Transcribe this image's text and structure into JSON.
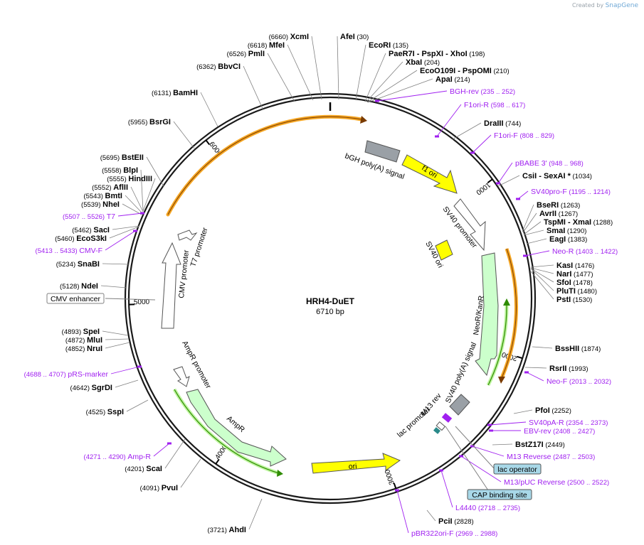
{
  "credit": {
    "prefix": "Created by",
    "brand": "SnapGene"
  },
  "plasmid": {
    "name": "HRH4-DuET",
    "size_label": "6710 bp",
    "total_bp": 6710
  },
  "colors": {
    "primer": "#a020f0",
    "line": "#808080",
    "orange": "#f5a623",
    "green": "#2e8b00",
    "yellow": "#ffff00",
    "mint": "#ccffcc",
    "grey": "#9aa0a6",
    "white": "#ffffff",
    "box_blue": "#a8d8e8",
    "teal": "#2a8a8a"
  },
  "ticks": [
    "1000",
    "2000",
    "3000",
    "4000",
    "5000",
    "6000"
  ],
  "enzymes": [
    {
      "name": "XcmI",
      "pos": "(6660)"
    },
    {
      "name": "MfeI",
      "pos": "(6618)"
    },
    {
      "name": "PmlI",
      "pos": "(6526)"
    },
    {
      "name": "BbvCI",
      "pos": "(6362)"
    },
    {
      "name": "BamHI",
      "pos": "(6131)"
    },
    {
      "name": "BsrGI",
      "pos": "(5955)"
    },
    {
      "name": "BstEII",
      "pos": "(5695)"
    },
    {
      "name": "BlpI",
      "pos": "(5558)"
    },
    {
      "name": "HindIII",
      "pos": "(5555)"
    },
    {
      "name": "AflII",
      "pos": "(5552)"
    },
    {
      "name": "BmtI",
      "pos": "(5543)"
    },
    {
      "name": "NheI",
      "pos": "(5539)"
    },
    {
      "name": "SacI",
      "pos": "(5462)"
    },
    {
      "name": "EcoS3kI",
      "pos": "(5460)"
    },
    {
      "name": "SnaBI",
      "pos": "(5234)"
    },
    {
      "name": "NdeI",
      "pos": "(5128)"
    },
    {
      "name": "SpeI",
      "pos": "(4893)"
    },
    {
      "name": "MluI",
      "pos": "(4872)"
    },
    {
      "name": "NruI",
      "pos": "(4852)"
    },
    {
      "name": "SgrDI",
      "pos": "(4642)"
    },
    {
      "name": "SspI",
      "pos": "(4525)"
    },
    {
      "name": "ScaI",
      "pos": "(4201)"
    },
    {
      "name": "PvuI",
      "pos": "(4091)"
    },
    {
      "name": "AhdI",
      "pos": "(3721)"
    },
    {
      "name": "AfeI",
      "pos": "(30)"
    },
    {
      "name": "EcoRI",
      "pos": "(135)"
    },
    {
      "name": "PaeR7I  - PspXI  - XhoI",
      "pos": "(198)"
    },
    {
      "name": "XbaI",
      "pos": "(204)"
    },
    {
      "name": "EcoO109I  - PspOMI",
      "pos": "(210)"
    },
    {
      "name": "ApaI",
      "pos": "(214)"
    },
    {
      "name": "DraIII",
      "pos": "(744)"
    },
    {
      "name": "CsiI  - SexAI *",
      "pos": "(1034)"
    },
    {
      "name": "BseRI",
      "pos": "(1263)"
    },
    {
      "name": "AvrII",
      "pos": "(1267)"
    },
    {
      "name": "TspMI  - XmaI",
      "pos": "(1288)"
    },
    {
      "name": "SmaI",
      "pos": "(1290)"
    },
    {
      "name": "EagI",
      "pos": "(1383)"
    },
    {
      "name": "KasI",
      "pos": "(1476)"
    },
    {
      "name": "NarI",
      "pos": "(1477)"
    },
    {
      "name": "SfoI",
      "pos": "(1478)"
    },
    {
      "name": "PluTI",
      "pos": "(1480)"
    },
    {
      "name": "PstI",
      "pos": "(1530)"
    },
    {
      "name": "BssHII",
      "pos": "(1874)"
    },
    {
      "name": "RsrII",
      "pos": "(1993)"
    },
    {
      "name": "PfoI",
      "pos": "(2252)"
    },
    {
      "name": "BstZ17I",
      "pos": "(2449)"
    },
    {
      "name": "PciI",
      "pos": "(2828)"
    }
  ],
  "primers": [
    {
      "name": "BGH-rev",
      "range": "(235 .. 252)"
    },
    {
      "name": "F1ori-R",
      "range": "(598 .. 617)"
    },
    {
      "name": "F1ori-F",
      "range": "(808 .. 829)"
    },
    {
      "name": "pBABE 3'",
      "range": "(948 .. 968)"
    },
    {
      "name": "SV40pro-F",
      "range": "(1195 .. 1214)"
    },
    {
      "name": "Neo-R",
      "range": "(1403 .. 1422)"
    },
    {
      "name": "Neo-F",
      "range": "(2013 .. 2032)"
    },
    {
      "name": "SV40pA-R",
      "range": "(2354 .. 2373)"
    },
    {
      "name": "EBV-rev",
      "range": "(2408 .. 2427)"
    },
    {
      "name": "M13 Reverse",
      "range": "(2487 .. 2503)"
    },
    {
      "name": "M13/pUC Reverse",
      "range": "(2500 .. 2522)"
    },
    {
      "name": "L4440",
      "range": "(2718 .. 2735)"
    },
    {
      "name": "pBR322ori-F",
      "range": "(2969 .. 2988)"
    },
    {
      "name": "T7",
      "range": "(5507 .. 5526)"
    },
    {
      "name": "CMV-F",
      "range": "(5413 .. 5433)"
    },
    {
      "name": "pRS-marker",
      "range": "(4688 .. 4707)"
    },
    {
      "name": "Amp-R",
      "range": "(4271 .. 4290)"
    }
  ],
  "features": [
    {
      "name": "bGH poly(A) signal"
    },
    {
      "name": "f1 ori"
    },
    {
      "name": "SV40 promoter"
    },
    {
      "name": "SV40 ori"
    },
    {
      "name": "NeoR/KanR"
    },
    {
      "name": "SV40 poly(A) signal"
    },
    {
      "name": "M13 rev"
    },
    {
      "name": "lac promoter"
    },
    {
      "name": "ori"
    },
    {
      "name": "AmpR"
    },
    {
      "name": "AmpR promoter"
    },
    {
      "name": "CMV promoter"
    },
    {
      "name": "T7 promoter"
    }
  ],
  "boxed": [
    {
      "name": "CMV enhancer"
    },
    {
      "name": "lac operator"
    },
    {
      "name": "CAP binding site"
    }
  ]
}
